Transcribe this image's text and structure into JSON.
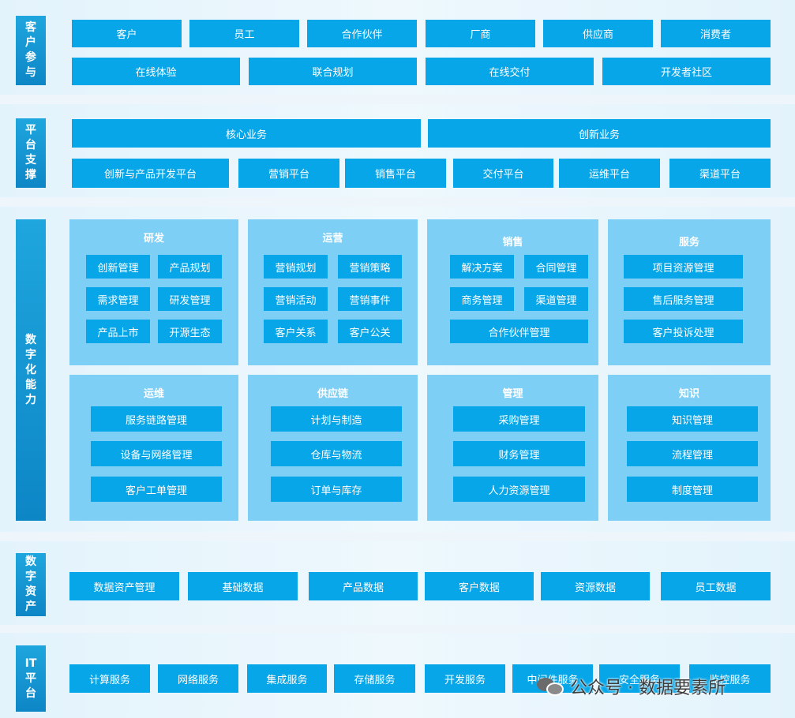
{
  "sections": {
    "customer": {
      "side_label": [
        "客",
        "户",
        "参",
        "与"
      ],
      "row1": [
        "客户",
        "员工",
        "合作伙伴",
        "厂商",
        "供应商",
        "消费者"
      ],
      "row2": [
        "在线体验",
        "联合规划",
        "在线交付",
        "开发者社区"
      ]
    },
    "platform": {
      "side_label": [
        "平",
        "台",
        "支",
        "撑"
      ],
      "row1": [
        "核心业务",
        "创新业务"
      ],
      "row2": [
        "创新与产品开发平台",
        "营销平台",
        "销售平台",
        "交付平台",
        "运维平台",
        "渠道平台"
      ]
    },
    "capability": {
      "side_label": [
        "数",
        "字",
        "化",
        "能",
        "力"
      ],
      "panels": [
        {
          "title": "研发",
          "items": [
            "创新管理",
            "产品规划",
            "需求管理",
            "研发管理",
            "产品上市",
            "开源生态"
          ]
        },
        {
          "title": "运营",
          "items": [
            "营销规划",
            "营销策略",
            "营销活动",
            "营销事件",
            "客户关系",
            "客户公关"
          ]
        },
        {
          "title": "销售",
          "items": [
            "解决方案",
            "合同管理",
            "商务管理",
            "渠道管理",
            "合作伙伴管理"
          ]
        },
        {
          "title": "服务",
          "items": [
            "项目资源管理",
            "售后服务管理",
            "客户投诉处理"
          ]
        },
        {
          "title": "运维",
          "items": [
            "服务链路管理",
            "设备与网络管理",
            "客户工单管理"
          ]
        },
        {
          "title": "供应链",
          "items": [
            "计划与制造",
            "仓库与物流",
            "订单与库存"
          ]
        },
        {
          "title": "管理",
          "items": [
            "采购管理",
            "财务管理",
            "人力资源管理"
          ]
        },
        {
          "title": "知识",
          "items": [
            "知识管理",
            "流程管理",
            "制度管理"
          ]
        }
      ]
    },
    "assets": {
      "side_label": [
        "数",
        "字",
        "资",
        "产"
      ],
      "items": [
        "数据资产管理",
        "基础数据",
        "产品数据",
        "客户数据",
        "资源数据",
        "员工数据"
      ]
    },
    "it": {
      "side_label": [
        "IT",
        "平",
        "台"
      ],
      "items": [
        "计算服务",
        "网络服务",
        "集成服务",
        "存储服务",
        "开发服务",
        "中间件服务",
        "安全服务",
        "监控服务"
      ]
    }
  },
  "watermark": {
    "text": "公众号 · 数据要素所",
    "icon": "wechat-icon"
  },
  "colors": {
    "button": "#07a6e8",
    "panel": "#7dcff5",
    "side_label": "#1497d4",
    "band": "#e3f3fc"
  }
}
